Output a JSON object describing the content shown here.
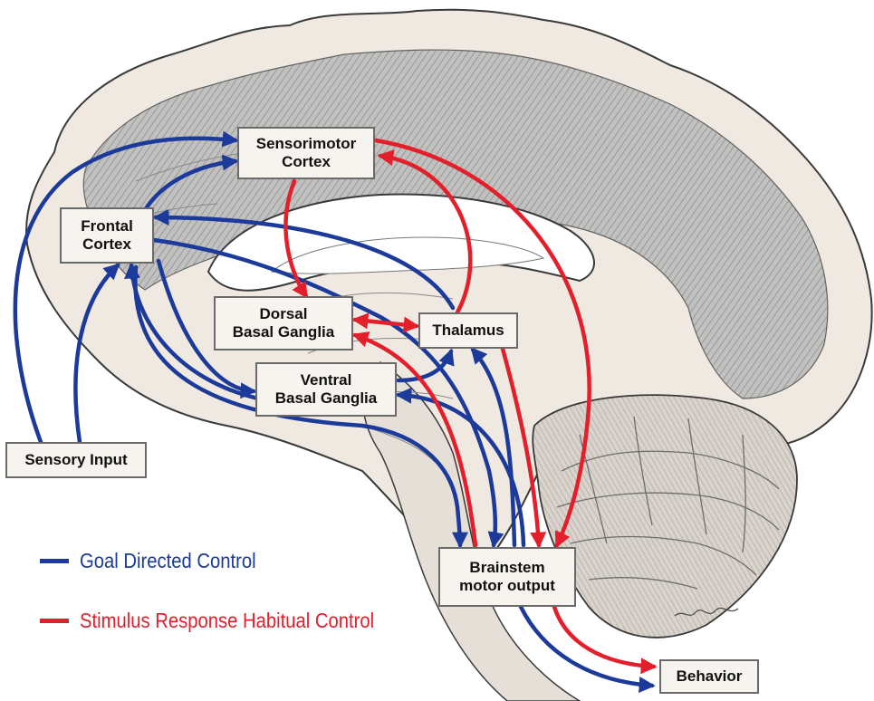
{
  "colors": {
    "goal": "#1c3a9a",
    "habit": "#e21f2b",
    "brain_fill": "#efe9e2",
    "brain_dark": "#8f8f8f",
    "outline": "#3a3a3a"
  },
  "nodes": {
    "sensorimotor": [
      "Sensorimotor",
      "Cortex"
    ],
    "frontal": [
      "Frontal",
      "Cortex"
    ],
    "dorsal_bg": [
      "Dorsal",
      "Basal Ganglia"
    ],
    "thalamus": [
      "Thalamus"
    ],
    "ventral_bg": [
      "Ventral",
      "Basal Ganglia"
    ],
    "sensory_input": [
      "Sensory Input"
    ],
    "brainstem": [
      "Brainstem",
      "motor output"
    ],
    "behavior": [
      "Behavior"
    ]
  },
  "legend": {
    "goal": "Goal Directed Control",
    "habit": "Stimulus Response Habitual Control"
  },
  "icons": {
    "arrowhead": "arrowhead-icon",
    "signature": "artist-signature"
  }
}
